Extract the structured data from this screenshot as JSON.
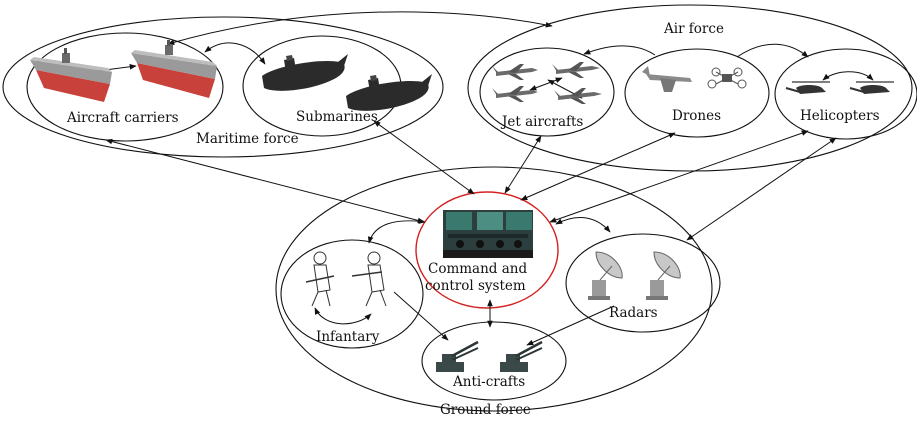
{
  "groups": {
    "maritime": "Maritime force",
    "air": "Air force",
    "ground": "Ground force"
  },
  "nodes": {
    "carriers": "Aircraft carriers",
    "submarines": "Submarines",
    "jets": "Jet aircrafts",
    "drones": "Drones",
    "helicopters": "Helicopters",
    "c2_line1": "Command and",
    "c2_line2": "control system",
    "radars": "Radars",
    "infantry": "Infantary",
    "anticraft": "Anti-crafts"
  },
  "colors": {
    "c2_border": "#d42020",
    "ship_hull": "#c8413a",
    "ship_deck": "#8b8b8b",
    "submarine": "#2b2b2b",
    "jet": "#6b6b6b",
    "screen": "#3a7a6e"
  },
  "icons": [
    "aircraft-carrier-icon",
    "submarine-icon",
    "jet-icon",
    "drone-icon",
    "helicopter-icon",
    "control-room-icon",
    "radar-dish-icon",
    "soldier-icon",
    "anti-aircraft-gun-icon"
  ]
}
